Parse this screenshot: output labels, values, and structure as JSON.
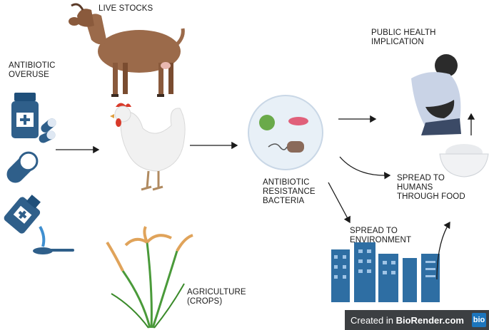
{
  "labels": {
    "live_stocks": "LIVE STOCKS",
    "antibiotic_overuse": [
      "ANTIBIOTIC",
      "OVERUSE"
    ],
    "public_health": [
      "PUBLIC HEALTH",
      "IMPLICATION"
    ],
    "resistance": [
      "ANTIBIOTIC",
      "RESISTANCE",
      "BACTERIA"
    ],
    "spread_humans": [
      "SPREAD TO",
      "HUMANS",
      "THROUGH FOOD"
    ],
    "spread_environment": [
      "SPREAD TO",
      "ENVIRONMENT"
    ],
    "agriculture": [
      "AGRICULTURE",
      "(CROPS)"
    ]
  },
  "badge": {
    "prefix": "Created in ",
    "brand": "BioRender.com",
    "logo": "bio"
  },
  "colors": {
    "goat": "#9b6a4a",
    "medicine": "#2f5f8a",
    "bacteria_green": "#6aaa4a",
    "bacteria_pink": "#e0607a",
    "bacteria_brown": "#8a6a5a",
    "buildings": "#2e6ea3",
    "shirt": "#c9d3e6",
    "pants": "#3b4a66",
    "crop_grain": "#e0a35a",
    "crop_leaf": "#4a9a3a"
  }
}
